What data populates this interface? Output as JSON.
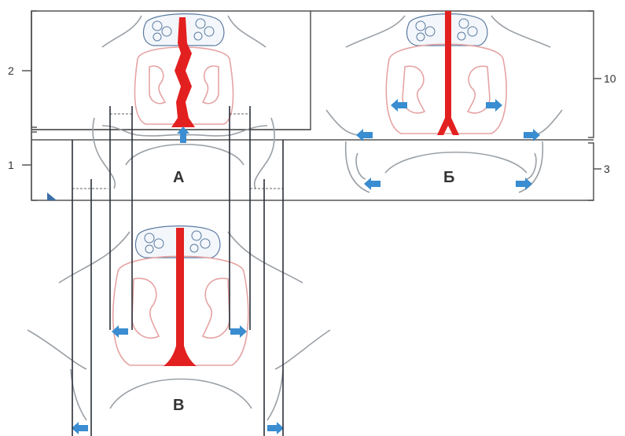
{
  "panels": [
    {
      "id": "A",
      "label": "А"
    },
    {
      "id": "B",
      "label": "Б"
    },
    {
      "id": "V",
      "label": "В"
    }
  ],
  "side_labels": {
    "left_upper": "2",
    "left_lower": "1",
    "right_upper": "10",
    "right_lower": "3"
  },
  "colors": {
    "septum": "#e32020",
    "nasal_outline": "#e6a3a3",
    "bone_outline": "#9aa0a6",
    "ethmoid": "#5b7aa0",
    "arrow": "#3a8dd0",
    "guide_lines": "#2a2f3a"
  },
  "icons": [
    "right-arrow",
    "left-arrow",
    "up-arrow"
  ]
}
